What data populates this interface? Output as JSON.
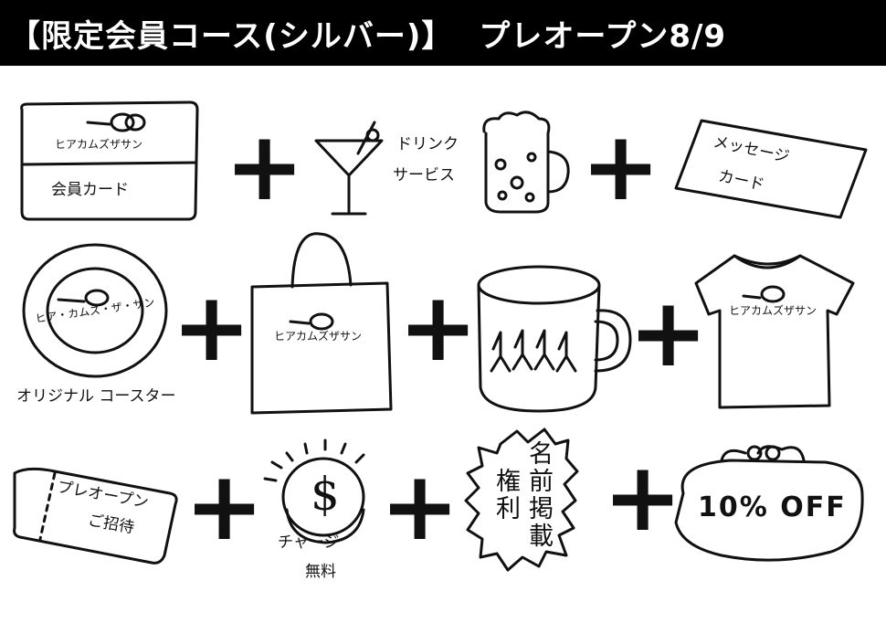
{
  "header": {
    "title": "【限定会員コース(シルバー)】",
    "preopen": "プレオープン8/9"
  },
  "row1": {
    "card_brand": "ヒアカムズザサン",
    "card_label": "会員カード",
    "drink_line1": "ドリンク",
    "drink_line2": "サービス",
    "message_line1": "メッセージ",
    "message_line2": "カード"
  },
  "row2": {
    "coaster_brand": "ヒア・カムズ・ザ・サン",
    "coaster_label": "オリジナル コースター",
    "tote_brand": "ヒアカムズザサン",
    "tshirt_brand": "ヒアカムズザサン"
  },
  "row3": {
    "ticket_line1": "プレオープン",
    "ticket_line2": "ご招待",
    "charge_line1": "チャージ",
    "charge_line2": "無料",
    "name_col1": "名前掲載",
    "name_col2": "権利",
    "coin_symbol": "$",
    "discount": "10% OFF"
  },
  "plus_symbol": "+"
}
